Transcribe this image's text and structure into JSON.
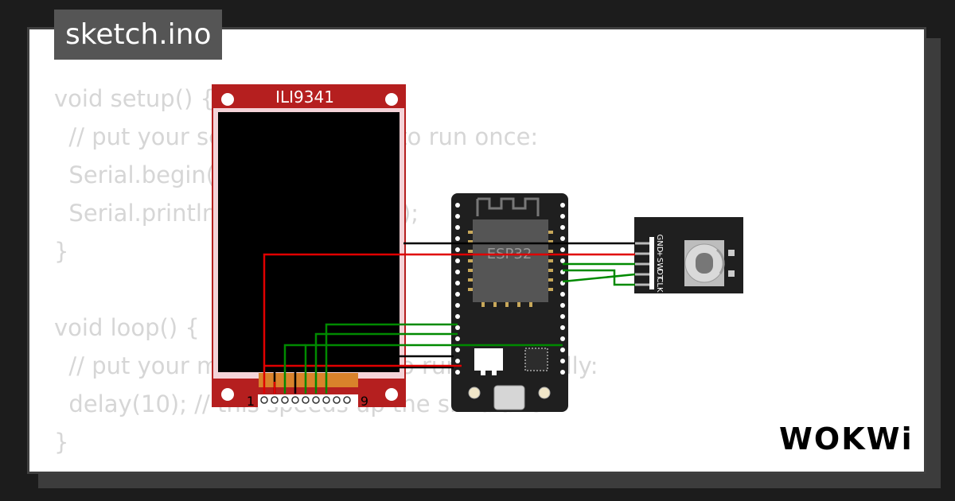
{
  "file_tab": {
    "label": "sketch.ino"
  },
  "code_lines": [
    "void setup() {",
    "  // put your setup code here, to run once:",
    "  Serial.begin(115200);",
    "  Serial.println(\"Hello, ESP32!\");",
    "}",
    "",
    "void loop() {",
    "  // put your main code here, to run repeatedly:",
    "  delay(10); // this speeds up the simulation",
    "}"
  ],
  "display": {
    "label": "ILI9341",
    "pin_first": "1",
    "pin_last": "9"
  },
  "board": {
    "label": "ESP32"
  },
  "encoder": {
    "pins": [
      "GND",
      "+",
      "SW",
      "DT",
      "CLK"
    ]
  },
  "logo": {
    "text": "WOKWi"
  },
  "colors": {
    "wire_power": "#e00000",
    "wire_ground": "#000000",
    "wire_signal": "#008a00",
    "display_pcb": "#b51f1f",
    "board_pcb": "#1f1f1f"
  }
}
